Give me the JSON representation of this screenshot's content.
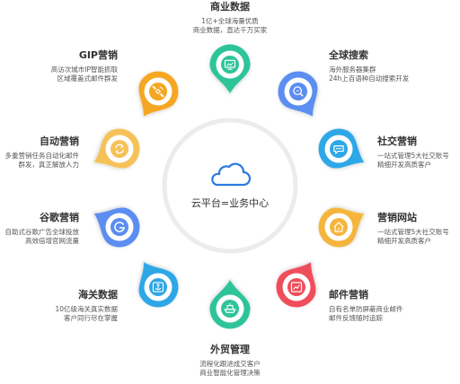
{
  "center": {
    "label": "云平台=业务中心",
    "icon": "cloud-icon"
  },
  "nodes": [
    {
      "key": "business-data",
      "title": "商业数据",
      "desc": [
        "1亿+全球海量优质",
        "商业数据，直达千万买家"
      ],
      "color": "#2fc49a",
      "icon": "monitor-chart-icon"
    },
    {
      "key": "global-search",
      "title": "全球搜索",
      "desc": [
        "海外服务器集群",
        "24h上百语种自动搜索开发"
      ],
      "color": "#5b8df0",
      "icon": "search-icon"
    },
    {
      "key": "social-marketing",
      "title": "社交营销",
      "desc": [
        "一站式管理5大社交账号",
        "精细开发高质客户"
      ],
      "color": "#2ea7e6",
      "icon": "chat-icon"
    },
    {
      "key": "marketing-site",
      "title": "营销网站",
      "desc": [
        "一站式管理5大社交账号",
        "精细开发高质客户"
      ],
      "color": "#f5b53e",
      "icon": "home-icon"
    },
    {
      "key": "email-marketing",
      "title": "邮件营销",
      "desc": [
        "自有名单防屏蔽商业邮件",
        "邮件反馈随时追踪"
      ],
      "color": "#ee4d5a",
      "icon": "trend-icon"
    },
    {
      "key": "trade-management",
      "title": "外贸管理",
      "desc": [
        "流程化跟进成交客户",
        "商业智能化管理决策"
      ],
      "color": "#2fc49a",
      "icon": "ship-icon"
    },
    {
      "key": "customs-data",
      "title": "海关数据",
      "desc": [
        "10亿级海关真实数据",
        "客户同行尽在掌握"
      ],
      "color": "#2ea7e6",
      "icon": "anchor-icon"
    },
    {
      "key": "google-marketing",
      "title": "谷歌营销",
      "desc": [
        "自助式谷歌广告全球投放",
        "高效倍增官网流量"
      ],
      "color": "#5b8df0",
      "icon": "google-icon"
    },
    {
      "key": "auto-marketing",
      "title": "自动营销",
      "desc": [
        "多重营销任务自动化邮件",
        "群发，真正解放人力"
      ],
      "color": "#f5c258",
      "icon": "cycle-icon"
    },
    {
      "key": "gip-marketing",
      "title": "GIP营销",
      "desc": [
        "高访次城市IP智能抓取",
        "区域覆盖式邮件群发"
      ],
      "color": "#f5a623",
      "icon": "satellite-icon"
    }
  ]
}
